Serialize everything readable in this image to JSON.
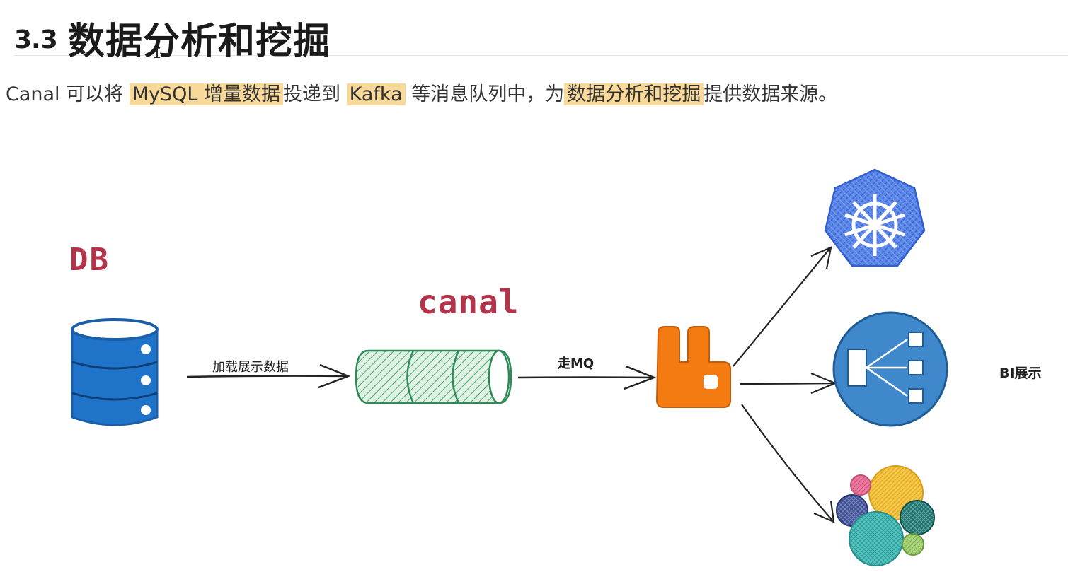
{
  "heading": {
    "number": "3.3",
    "title": "数据分析和挖掘"
  },
  "cursor_glyph": "I",
  "paragraph": {
    "p1": "Canal 可以将",
    "h1": "MySQL 增量数据",
    "p2": "投递到",
    "h2": "Kafka",
    "p3": "等消息队列中，为",
    "h3": "数据分析和挖掘",
    "p4": "提供数据来源。"
  },
  "diagram": {
    "db_label": "DB",
    "canal_label": "canal",
    "edge_load": "加载展示数据",
    "edge_mq": "走MQ",
    "bi_label": "BI展示"
  },
  "colors": {
    "highlight": "#f8d99a",
    "db_blue": "#1f73c9",
    "canal_green": "#3a9a6a",
    "mq_orange": "#f47a12",
    "k8s_blue": "#3a6fe0",
    "node_blue": "#3f88cc",
    "label_red": "#b3334a"
  },
  "icons": [
    "database-icon",
    "pipe-icon",
    "rabbitmq-icon",
    "kubernetes-icon",
    "fan-out-icon",
    "elastic-icon"
  ]
}
